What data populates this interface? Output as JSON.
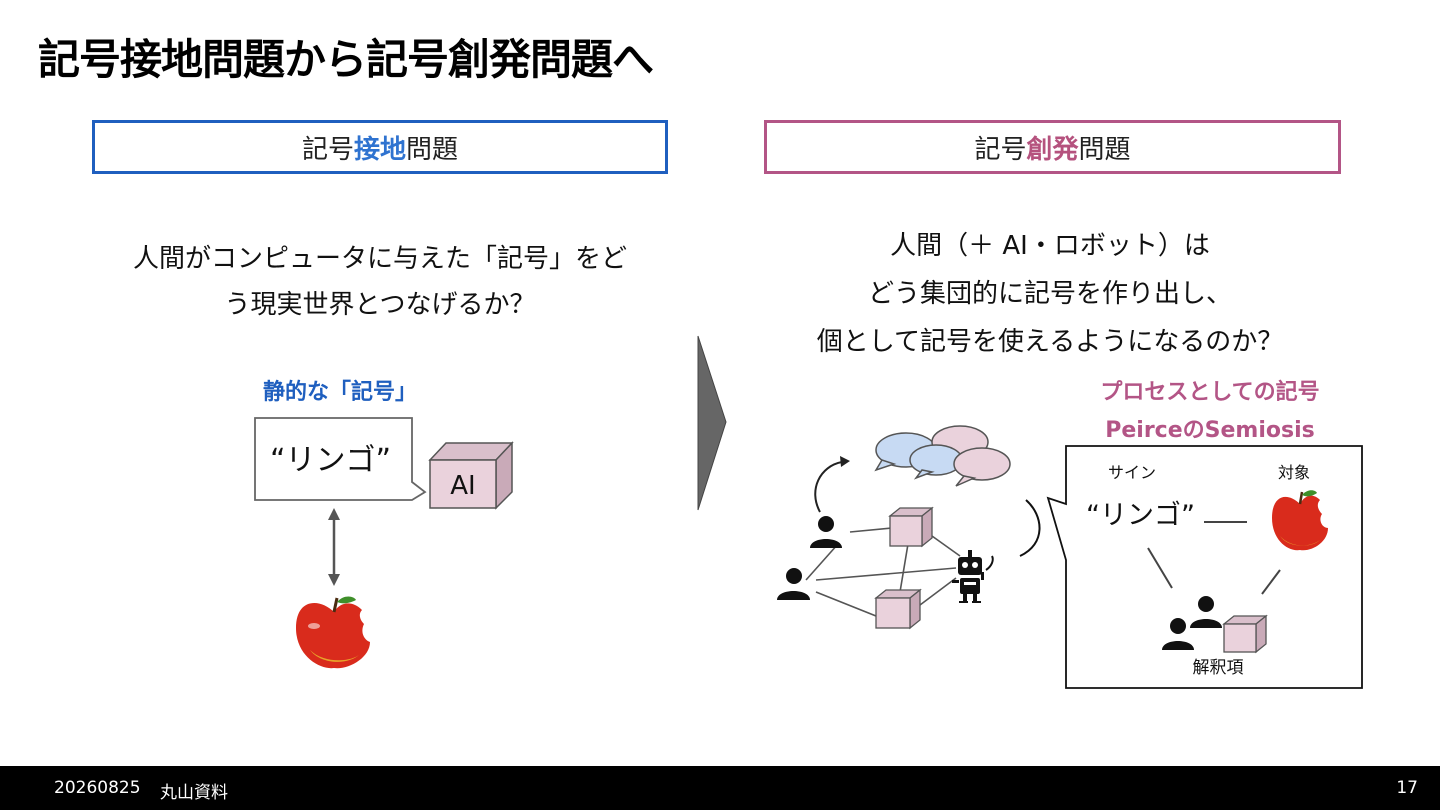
{
  "slide": {
    "title": "記号接地問題から記号創発問題へ",
    "left": {
      "header_pre": "記号",
      "header_em": "接地",
      "header_post": "問題",
      "question_line1": "人間がコンピュータに与えた「記号」をど",
      "question_line2": "う現実世界とつなげるか？",
      "label": "静的な「記号」",
      "bubble_text": "“リンゴ”",
      "box_label": "AI"
    },
    "right": {
      "header_pre": "記号",
      "header_em": "創発",
      "header_post": "問題",
      "question_line1": "人間（＋ AI・ロボット）は",
      "question_line2": "どう集団的に記号を作り出し、",
      "question_line3": "個として記号を使えるようになるのか？",
      "label_line1": "プロセスとしての記号",
      "label_line2": "PeirceのSemiosis",
      "triad": {
        "sign_label": "サイン",
        "object_label": "対象",
        "sign_text": "“リンゴ”",
        "interpretant_label": "解釈項"
      }
    }
  },
  "colors": {
    "blue": "#1f5fbf",
    "pink": "#b35586",
    "cube_face": "#ead2dc",
    "bubble_blue": "#c7daf3",
    "bubble_pink": "#ead2dc",
    "arrow_gray": "#666666"
  },
  "footer": {
    "date": "20260825",
    "author": "丸山資料",
    "page": "17"
  }
}
